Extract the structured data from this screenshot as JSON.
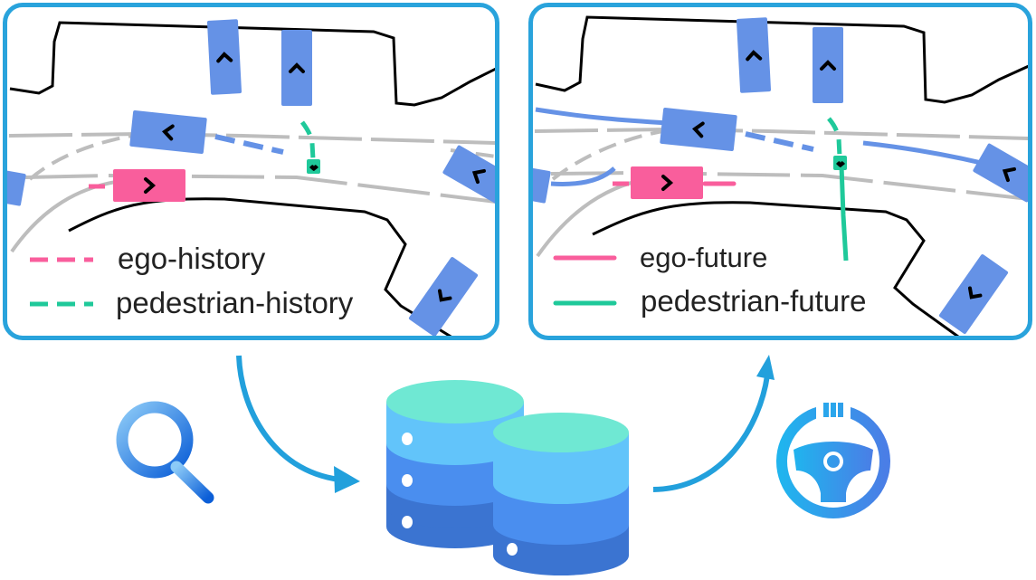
{
  "panels": {
    "history": {
      "legend": [
        {
          "label": "ego-history",
          "color": "#f95e9c",
          "style": "dashed"
        },
        {
          "label": "pedestrian-history",
          "color": "#1fc99a",
          "style": "dashed"
        }
      ]
    },
    "future": {
      "legend": [
        {
          "label": "ego-future",
          "color": "#f95e9c",
          "style": "solid"
        },
        {
          "label": "pedestrian-future",
          "color": "#1fc99a",
          "style": "solid"
        }
      ]
    }
  },
  "flow": {
    "steps": [
      {
        "icon": "search-icon"
      },
      {
        "icon": "database-icon"
      },
      {
        "icon": "steering-wheel-icon"
      }
    ]
  },
  "colors": {
    "frame": "#29a3dc",
    "vehicle": "#6592e6",
    "ego": "#f95e9c",
    "pedestrian": "#1fc99a",
    "lane": "#bdbdbd",
    "road_edge": "#000000",
    "arrow": "#22a0dc"
  }
}
